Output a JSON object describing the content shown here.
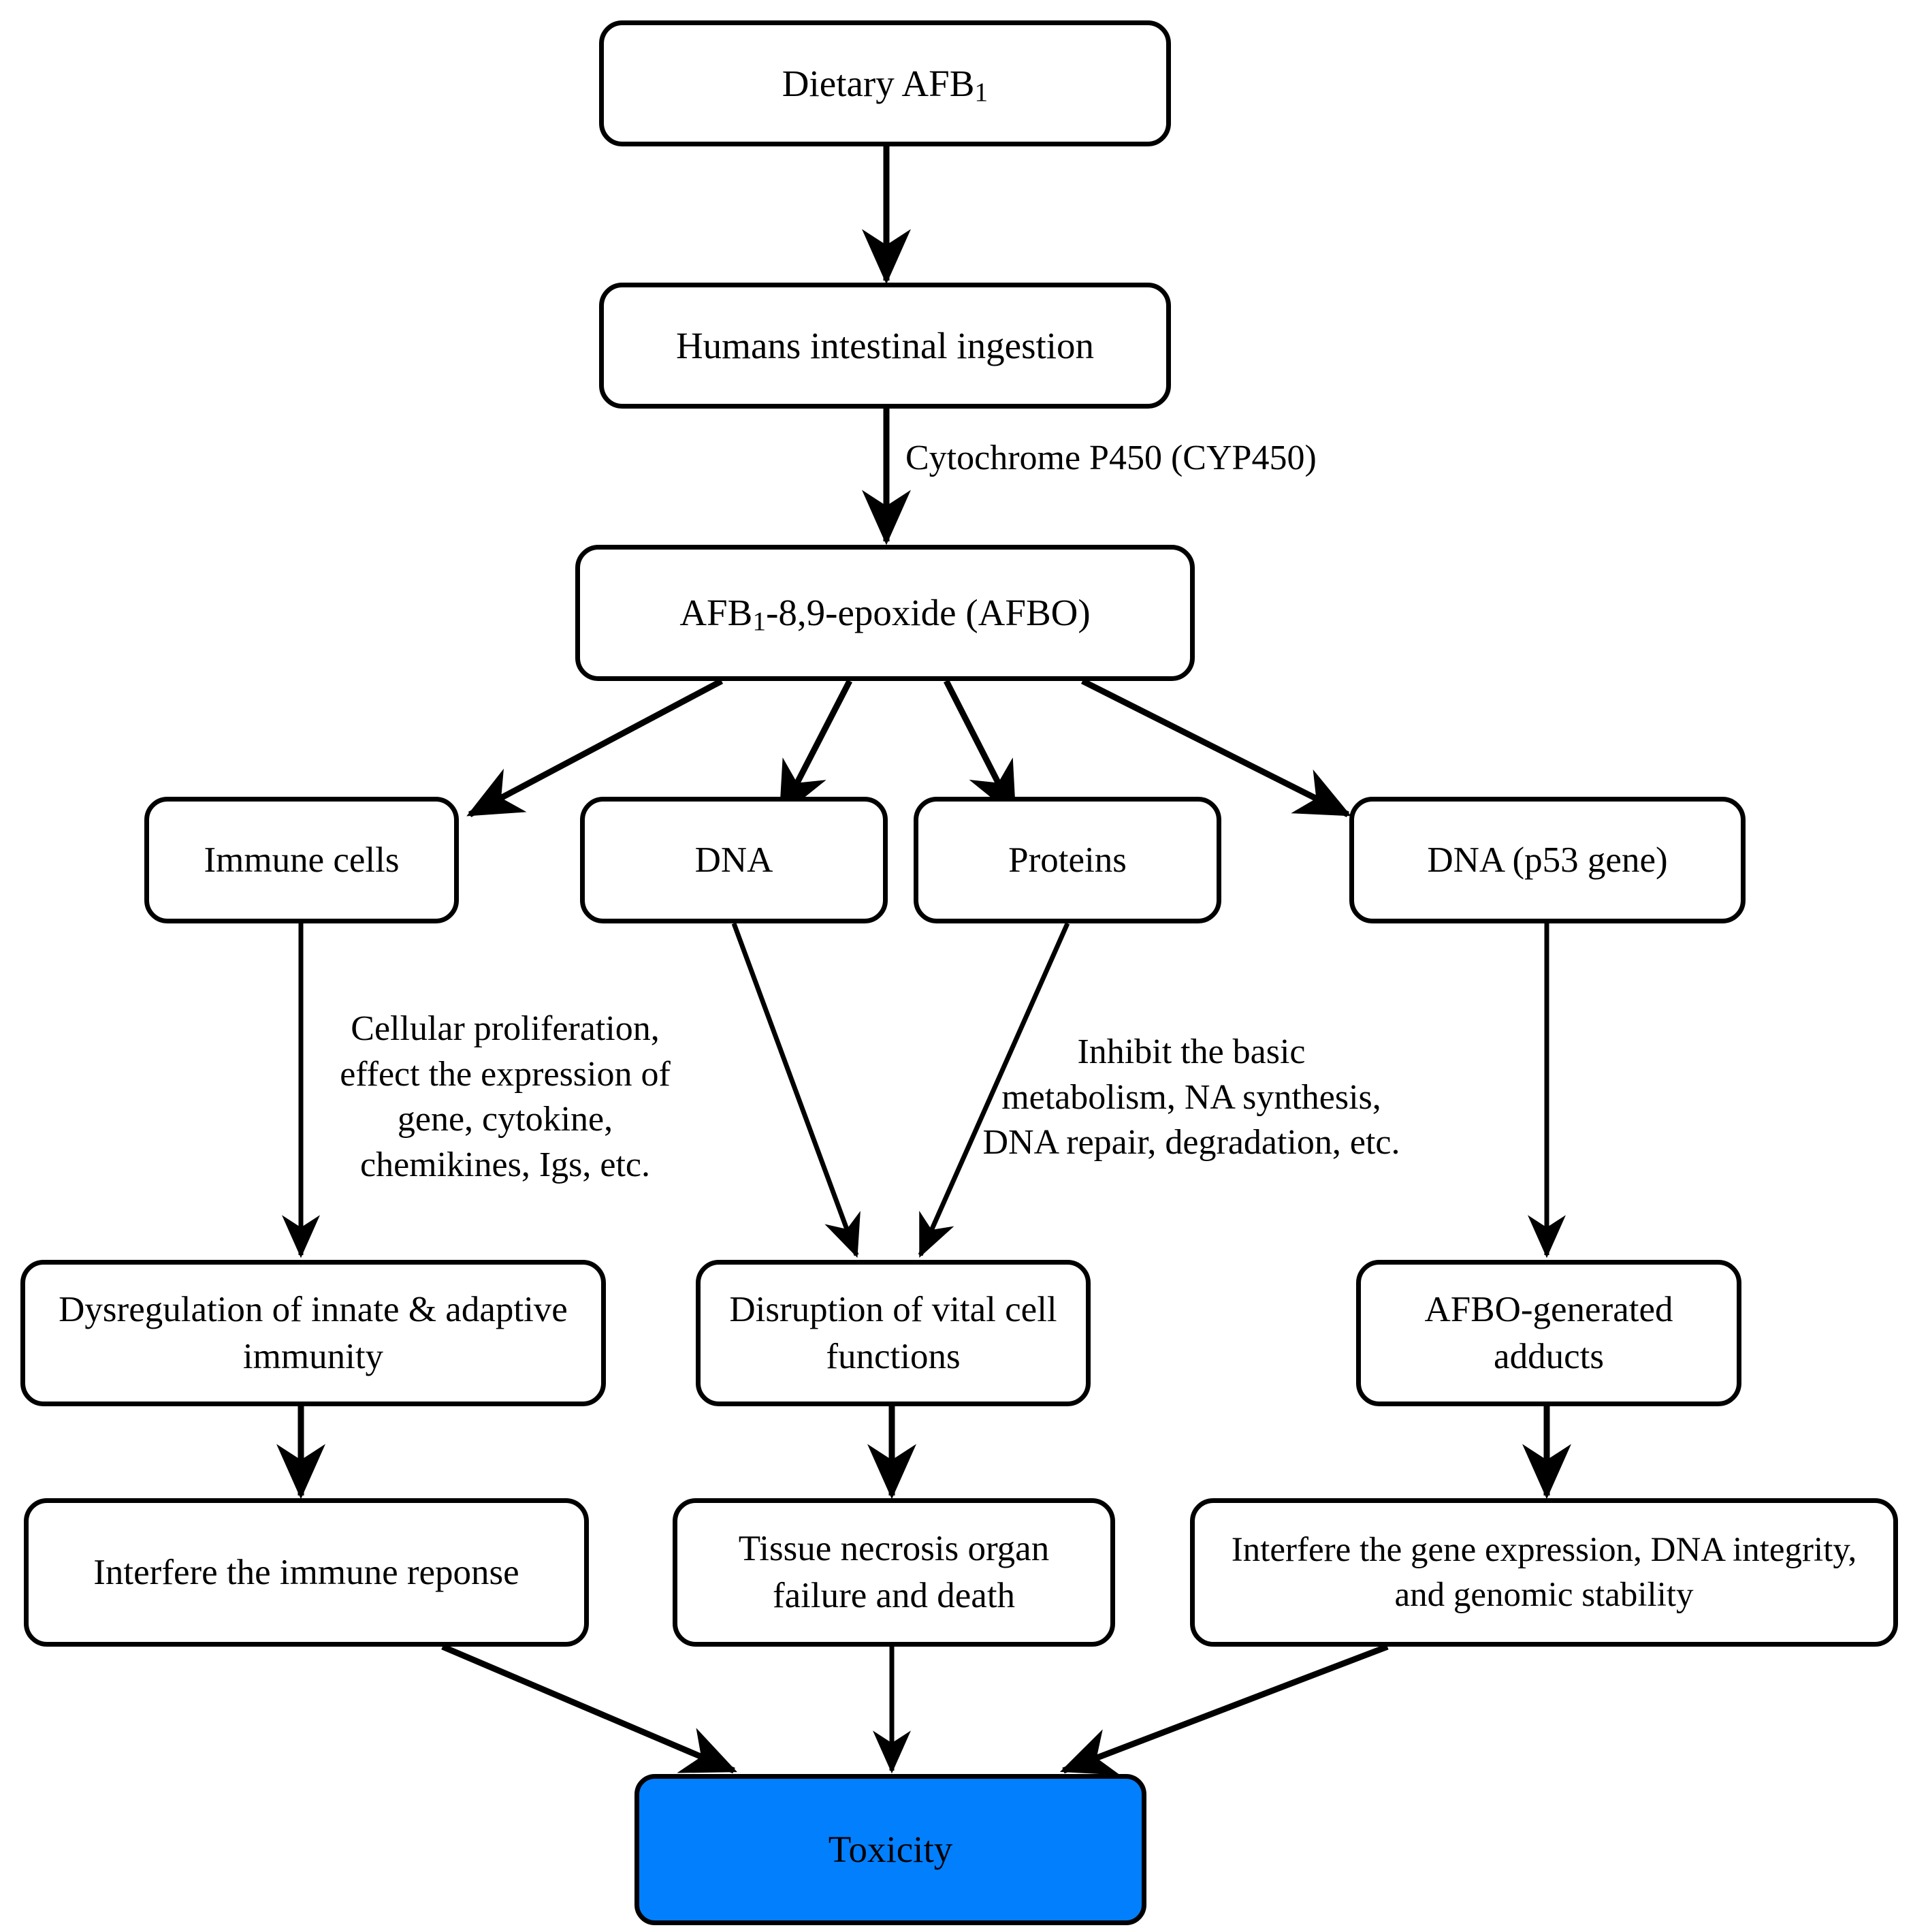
{
  "diagram": {
    "title": "Dietary AFB1 toxicity pathway",
    "accent_color": "#027ffd",
    "line_color": "#000000",
    "background_color": "#ffffff"
  },
  "nodes": {
    "dietary_afb1": {
      "text": "Dietary AFB",
      "subscript": "1"
    },
    "ingestion": {
      "text": "Humans intestinal ingestion"
    },
    "afbo": {
      "text_before": "AFB",
      "subscript": "1",
      "text_after": "-8,9-epoxide (AFBO)"
    },
    "immune_cells": {
      "text": "Immune cells"
    },
    "dna": {
      "text": "DNA"
    },
    "proteins": {
      "text": "Proteins"
    },
    "dna_p53": {
      "text": "DNA (p53 gene)"
    },
    "dysregulation": {
      "text": "Dysregulation of innate & adaptive immunity"
    },
    "disruption": {
      "text": "Disruption of vital cell functions"
    },
    "adducts": {
      "text": "AFBO-generated adducts"
    },
    "interfere_immune": {
      "text": "Interfere the immune reponse"
    },
    "necrosis": {
      "text": "Tissue necrosis organ failure and death"
    },
    "interfere_gene": {
      "text": "Interfere the gene expression, DNA integrity, and genomic stability"
    },
    "toxicity": {
      "text": "Toxicity"
    }
  },
  "edge_labels": {
    "cyp450": "Cytochrome P450 (CYP450)",
    "immune_effects": "Cellular proliferation,\neffect the  expression of\ngene, cytokine,\nchemikines, Igs, etc.",
    "protein_effects": "Inhibit the basic\nmetabolism, NA synthesis,\nDNA repair, degradation, etc."
  },
  "chart_data": {
    "type": "diagram",
    "diagram_kind": "flowchart",
    "orientation": "top-to-bottom",
    "levels": [
      [
        "Dietary AFB1"
      ],
      [
        "Humans intestinal ingestion"
      ],
      [
        "AFB1-8,9-epoxide (AFBO)"
      ],
      [
        "Immune cells",
        "DNA",
        "Proteins",
        "DNA (p53 gene)"
      ],
      [
        "Dysregulation of innate & adaptive immunity",
        "Disruption of vital cell functions",
        "AFBO-generated adducts"
      ],
      [
        "Interfere the immune reponse",
        "Tissue necrosis organ failure and death",
        "Interfere the gene expression, DNA integrity, and genomic stability"
      ],
      [
        "Toxicity"
      ]
    ],
    "edges": [
      {
        "from": "Dietary AFB1",
        "to": "Humans intestinal ingestion",
        "label": ""
      },
      {
        "from": "Humans intestinal ingestion",
        "to": "AFB1-8,9-epoxide (AFBO)",
        "label": "Cytochrome P450 (CYP450)"
      },
      {
        "from": "AFB1-8,9-epoxide (AFBO)",
        "to": "Immune cells",
        "label": ""
      },
      {
        "from": "AFB1-8,9-epoxide (AFBO)",
        "to": "DNA",
        "label": ""
      },
      {
        "from": "AFB1-8,9-epoxide (AFBO)",
        "to": "Proteins",
        "label": ""
      },
      {
        "from": "AFB1-8,9-epoxide (AFBO)",
        "to": "DNA (p53 gene)",
        "label": ""
      },
      {
        "from": "Immune cells",
        "to": "Dysregulation of innate & adaptive immunity",
        "label": "Cellular proliferation, effect the  expression of gene, cytokine, chemikines, Igs, etc."
      },
      {
        "from": "DNA",
        "to": "Disruption of vital cell functions",
        "label": ""
      },
      {
        "from": "Proteins",
        "to": "Disruption of vital cell functions",
        "label": "Inhibit the basic metabolism, NA synthesis, DNA repair, degradation, etc."
      },
      {
        "from": "DNA (p53 gene)",
        "to": "AFBO-generated adducts",
        "label": ""
      },
      {
        "from": "Dysregulation of innate & adaptive immunity",
        "to": "Interfere the immune reponse",
        "label": ""
      },
      {
        "from": "Disruption of vital cell functions",
        "to": "Tissue necrosis organ failure and death",
        "label": ""
      },
      {
        "from": "AFBO-generated adducts",
        "to": "Interfere the gene expression, DNA integrity, and genomic stability",
        "label": ""
      },
      {
        "from": "Interfere the immune reponse",
        "to": "Toxicity",
        "label": ""
      },
      {
        "from": "Tissue necrosis organ failure and death",
        "to": "Toxicity",
        "label": ""
      },
      {
        "from": "Interfere the gene expression, DNA integrity, and genomic stability",
        "to": "Toxicity",
        "label": ""
      }
    ],
    "highlighted_node": "Toxicity",
    "highlight_color": "#027ffd"
  }
}
